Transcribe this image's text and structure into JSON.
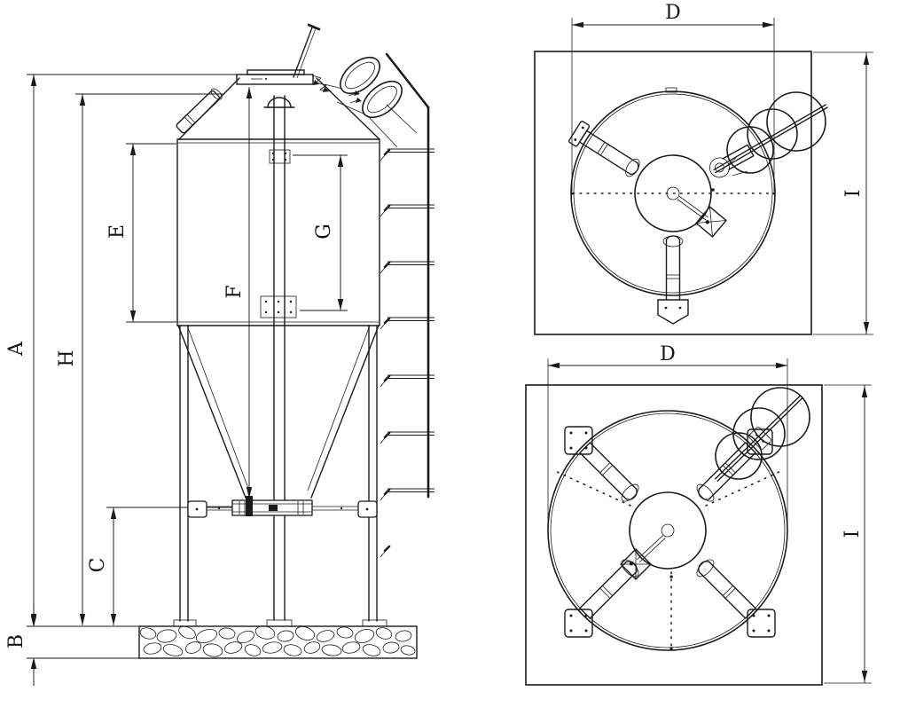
{
  "colors": {
    "background": "#ffffff",
    "line": "#1b1b1b",
    "text": "#141414"
  },
  "labels": {
    "A": "A",
    "B": "B",
    "C": "C",
    "D": "D",
    "E": "E",
    "F": "F",
    "G": "G",
    "H": "H",
    "I": "I"
  }
}
